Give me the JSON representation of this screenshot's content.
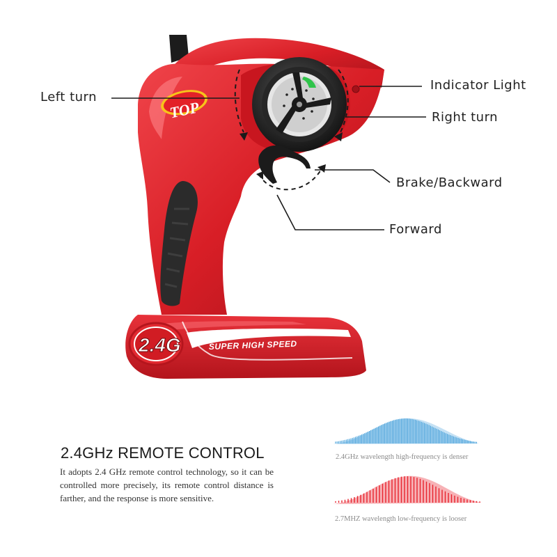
{
  "callouts": {
    "left_turn": "Left turn",
    "indicator_light": "Indicator Light",
    "right_turn": "Right turn",
    "brake_backward": "Brake/Backward",
    "forward": "Forward"
  },
  "product": {
    "logo_text": "TOP",
    "badge_text": "2.4G",
    "stripe_text": "SUPER HIGH SPEED",
    "body_color": "#d81e26",
    "grip_color": "#2b2b2b"
  },
  "section": {
    "title": "2.4GHz REMOTE CONTROL",
    "body": "It adopts 2.4 GHz remote control technology, so it can be controlled more precisely, its remote control distance is farther, and the response is more sensitive."
  },
  "waves": {
    "high_caption": "2.4GHz wavelength high-frequency is denser",
    "low_caption": "2.7MHZ wavelength low-frequency is looser",
    "high_color": "#2f95d6",
    "low_color": "#e8232e"
  }
}
